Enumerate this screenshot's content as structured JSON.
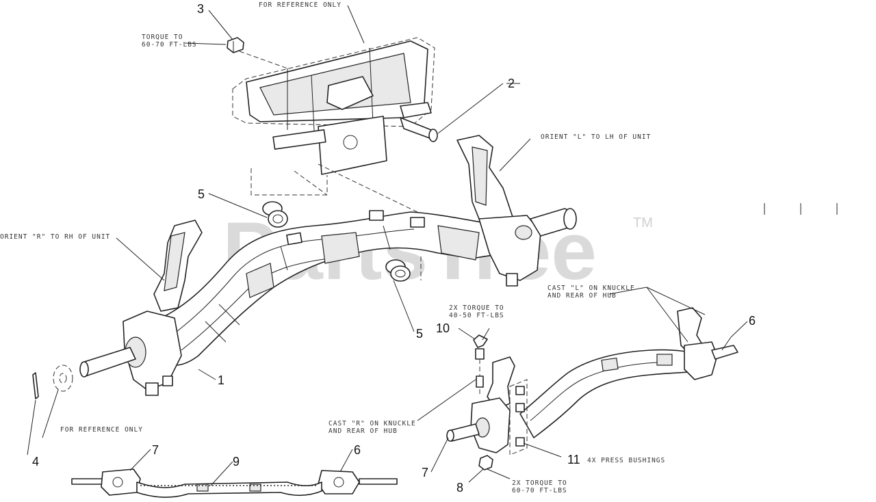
{
  "watermark": {
    "text": "PartsTree",
    "trademark": "TM"
  },
  "callouts": {
    "c1": "1",
    "c2": "2",
    "c3": "3",
    "c4": "4",
    "c5a": "5",
    "c5b": "5",
    "c6a": "6",
    "c6b": "6",
    "c7a": "7",
    "c7b": "7",
    "c8": "8",
    "c9": "9",
    "c10": "10",
    "c11": "11"
  },
  "notes": {
    "for_reference_top": "FOR REFERENCE ONLY",
    "torque_3_line1": "TORQUE TO",
    "torque_3_line2": "60-70 FT-LBS",
    "orient_l": "ORIENT \"L\" TO LH OF UNIT",
    "orient_r": "ORIENT \"R\" TO RH OF UNIT",
    "cast_l_line1": "CAST \"L\" ON KNUCKLE",
    "cast_l_line2": "AND REAR OF HUB",
    "torque_10_line1": "2X TORQUE TO",
    "torque_10_line2": "40-50 FT-LBS",
    "for_reference_bottom": "FOR REFERENCE ONLY",
    "cast_r_line1": "CAST \"R\" ON KNUCKLE",
    "cast_r_line2": "AND REAR OF HUB",
    "press_bushings": "4X PRESS BUSHINGS",
    "torque_8_line1": "2X TORQUE TO",
    "torque_8_line2": "60-70 FT-LBS"
  }
}
